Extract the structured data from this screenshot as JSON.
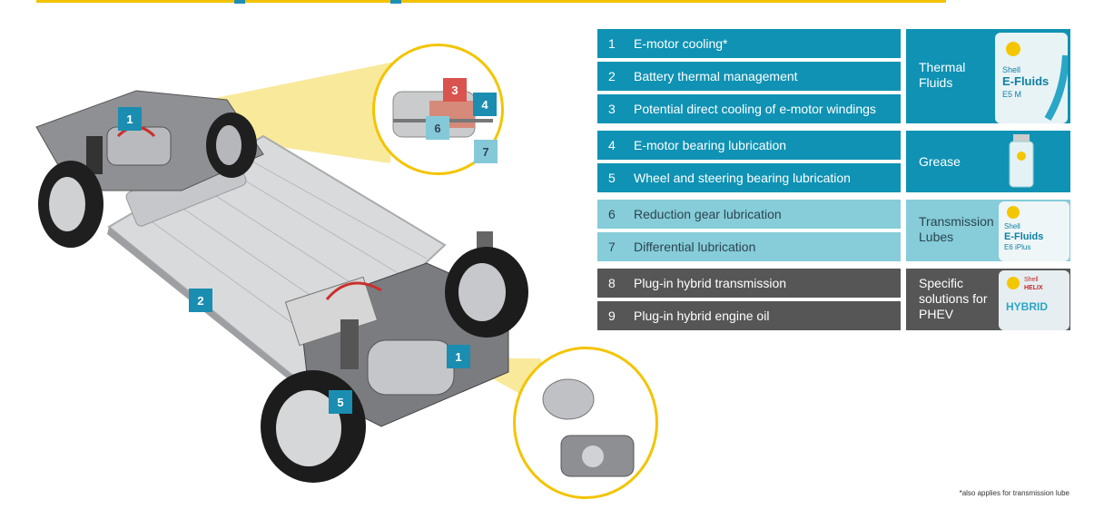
{
  "diagram": {
    "markers": {
      "front_motor": "1",
      "battery": "2",
      "zoom_a": "3",
      "zoom_b": "4",
      "zoom_c": "6",
      "zoom_d": "7",
      "rear_motor": "1",
      "wheel": "5"
    }
  },
  "table": {
    "rows": [
      {
        "num": "1",
        "text": "E-motor cooling*"
      },
      {
        "num": "2",
        "text": "Battery thermal management"
      },
      {
        "num": "3",
        "text": "Potential direct cooling of e-motor windings"
      },
      {
        "num": "4",
        "text": "E-motor bearing lubrication"
      },
      {
        "num": "5",
        "text": "Wheel and steering bearing lubrication"
      },
      {
        "num": "6",
        "text": "Reduction gear lubrication"
      },
      {
        "num": "7",
        "text": "Differential lubrication"
      },
      {
        "num": "8",
        "text": "Plug-in hybrid transmission"
      },
      {
        "num": "9",
        "text": "Plug-in hybrid engine oil"
      }
    ],
    "categories": [
      {
        "label": "Thermal Fluids",
        "product_brand": "Shell",
        "product_name": "E-Fluids",
        "product_variant": "E5 M"
      },
      {
        "label": "Grease"
      },
      {
        "label": "Transmission Lubes",
        "product_brand": "Shell",
        "product_name": "E-Fluids",
        "product_variant": "E6 iPlus"
      },
      {
        "label": "Specific solutions for PHEV",
        "product_brand": "Shell",
        "product_name": "HYBRID",
        "product_sub": "HELIX"
      }
    ]
  },
  "footnote": "*also applies for transmission lube",
  "colors": {
    "accent_yellow": "#f2c200",
    "dark_blue": "#0f92b4",
    "light_blue": "#86ccd9",
    "grey": "#565656"
  }
}
